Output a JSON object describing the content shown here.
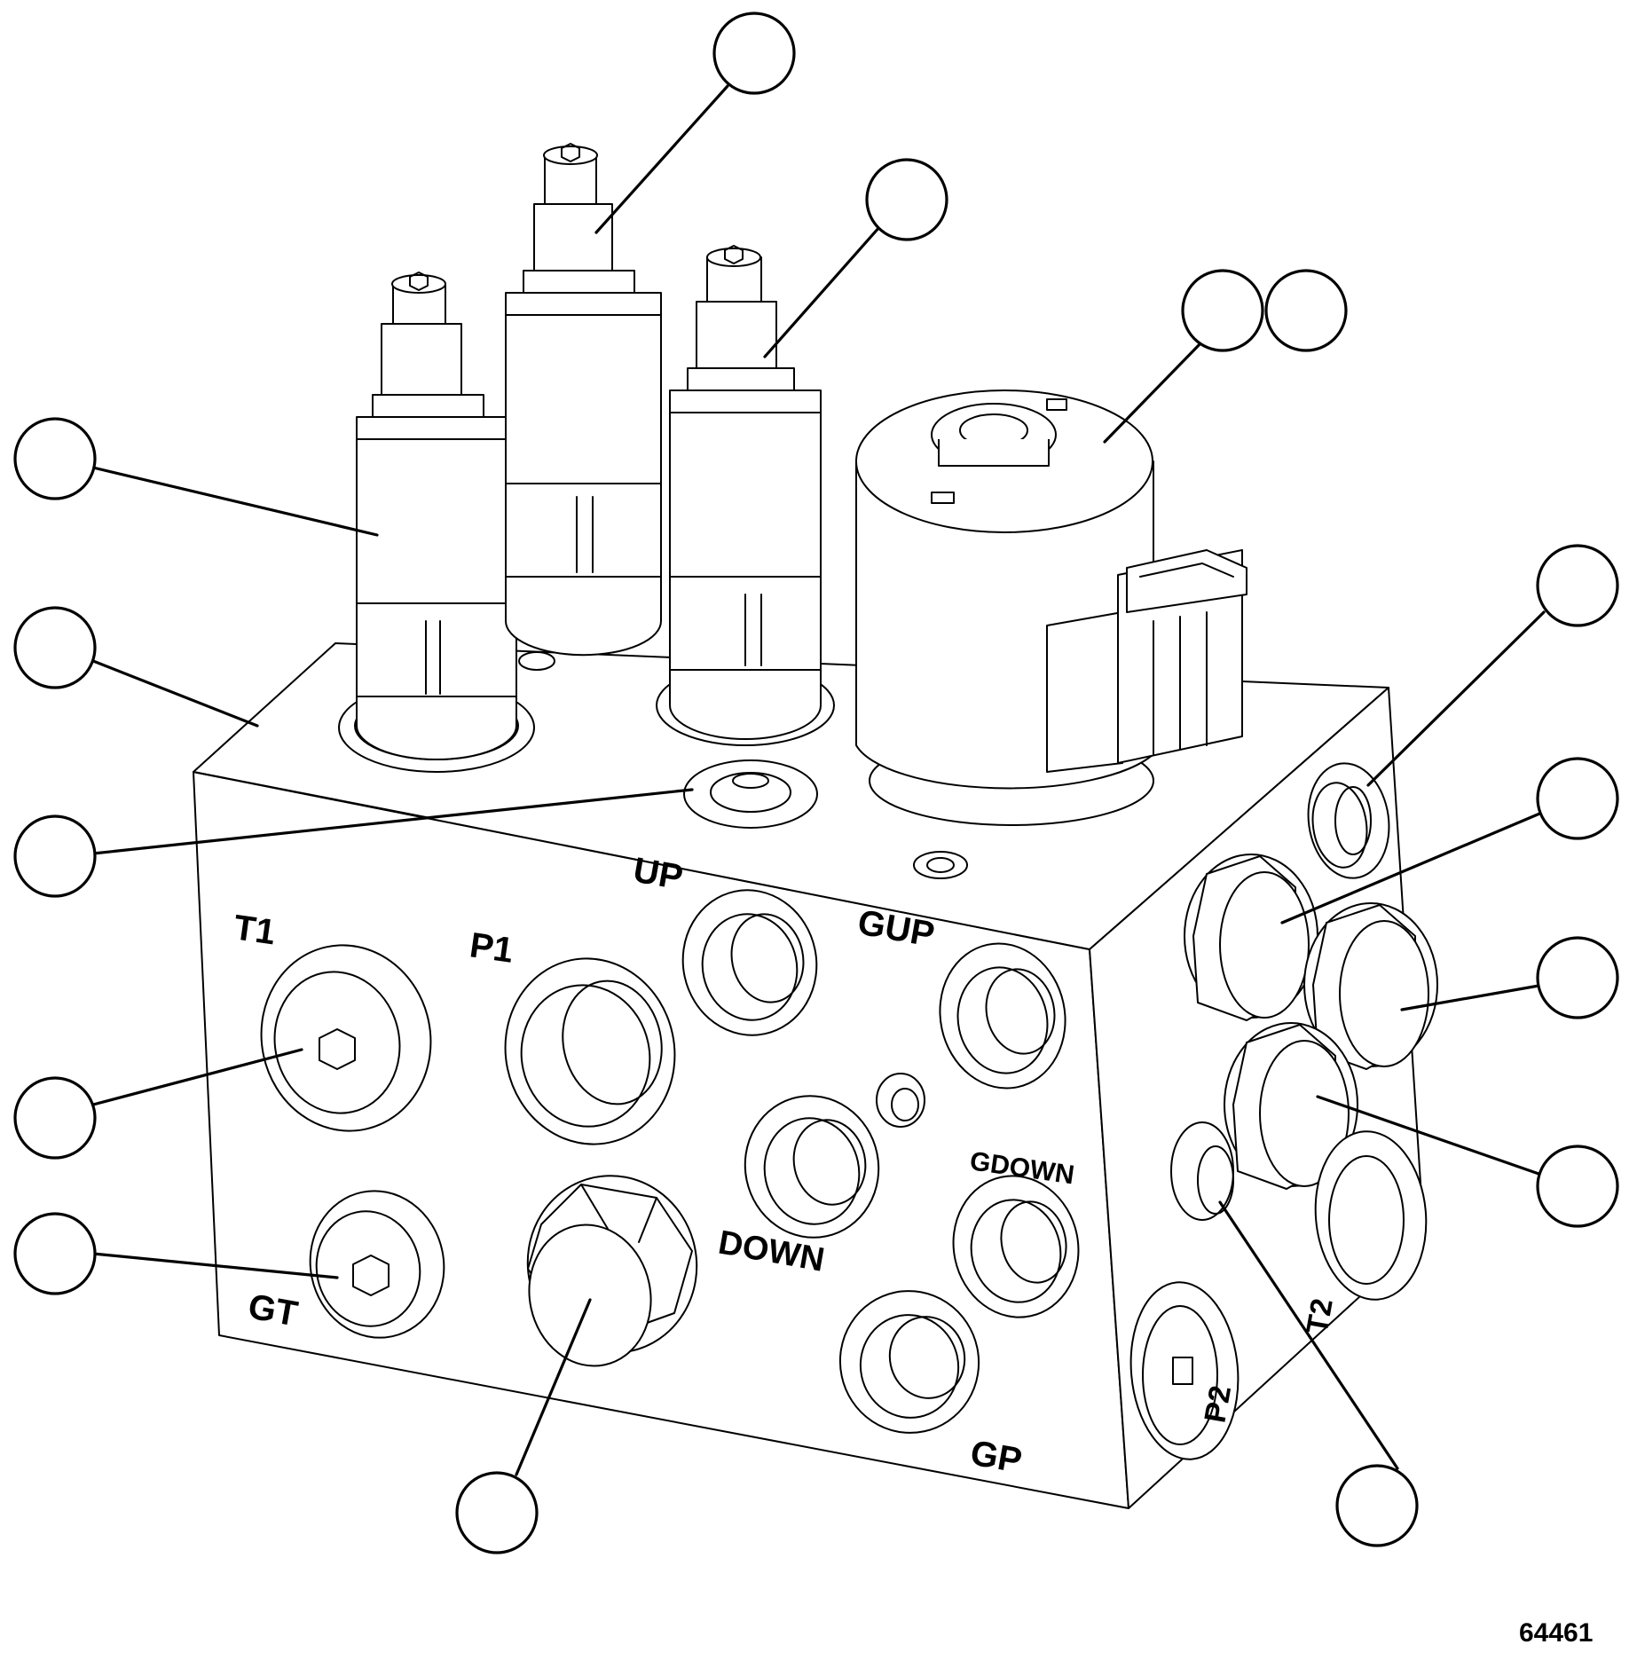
{
  "port_labels": {
    "t1": "T1",
    "p1": "P1",
    "up": "UP",
    "gup": "GUP",
    "gdown": "GDOWN",
    "down": "DOWN",
    "gt": "GT",
    "gp": "GP",
    "p2": "P2",
    "t2": "T2"
  },
  "figure_number": "64461",
  "callout_count": 15
}
